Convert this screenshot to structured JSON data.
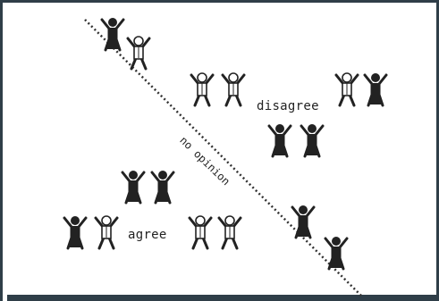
{
  "labels": {
    "disagree": "disagree",
    "agree": "agree",
    "no_opinion": "no opinion"
  },
  "colors": {
    "frame": "#2f3e48",
    "ink": "#222222"
  },
  "figures": [
    {
      "group": "top-left",
      "icon": "person-arms-up-icon"
    },
    {
      "group": "top-left",
      "icon": "person-arms-up-icon"
    },
    {
      "group": "disagree",
      "icon": "person-arms-up-icon"
    },
    {
      "group": "disagree",
      "icon": "person-arms-up-icon"
    },
    {
      "group": "disagree",
      "icon": "person-arms-up-icon"
    },
    {
      "group": "disagree",
      "icon": "person-arms-up-icon"
    },
    {
      "group": "disagree",
      "icon": "person-arms-up-icon"
    },
    {
      "group": "disagree",
      "icon": "person-arms-up-icon"
    },
    {
      "group": "agree",
      "icon": "person-arms-up-icon"
    },
    {
      "group": "agree",
      "icon": "person-arms-up-icon"
    },
    {
      "group": "agree",
      "icon": "person-arms-up-icon"
    },
    {
      "group": "agree",
      "icon": "person-arms-up-icon"
    },
    {
      "group": "agree",
      "icon": "person-arms-up-icon"
    },
    {
      "group": "agree",
      "icon": "person-arms-up-icon"
    },
    {
      "group": "bottom-right",
      "icon": "person-arms-up-icon"
    },
    {
      "group": "bottom-right",
      "icon": "person-arms-up-icon"
    }
  ]
}
